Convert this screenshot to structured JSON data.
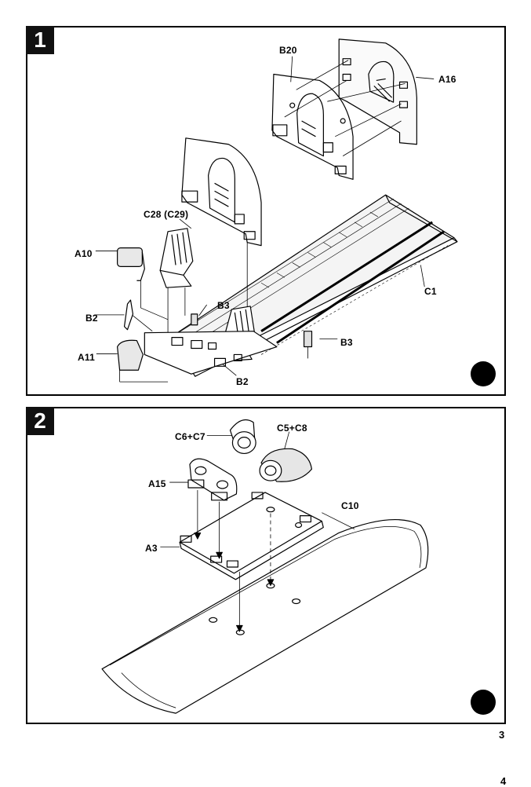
{
  "pages": {
    "upper": "3",
    "lower": "4"
  },
  "step1": {
    "number": "1",
    "labels": {
      "b20": "B20",
      "a16": "A16",
      "c28": "C28 (C29)",
      "a10": "A10",
      "c1": "C1",
      "b3_left": "B3",
      "b2_left": "B2",
      "b3_right": "B3",
      "a11": "A11",
      "b2_bottom": "B2"
    }
  },
  "step2": {
    "number": "2",
    "labels": {
      "c6c7": "C6+C7",
      "c5c8": "C5+C8",
      "a15": "A15",
      "c10": "C10",
      "a3": "A3"
    }
  }
}
